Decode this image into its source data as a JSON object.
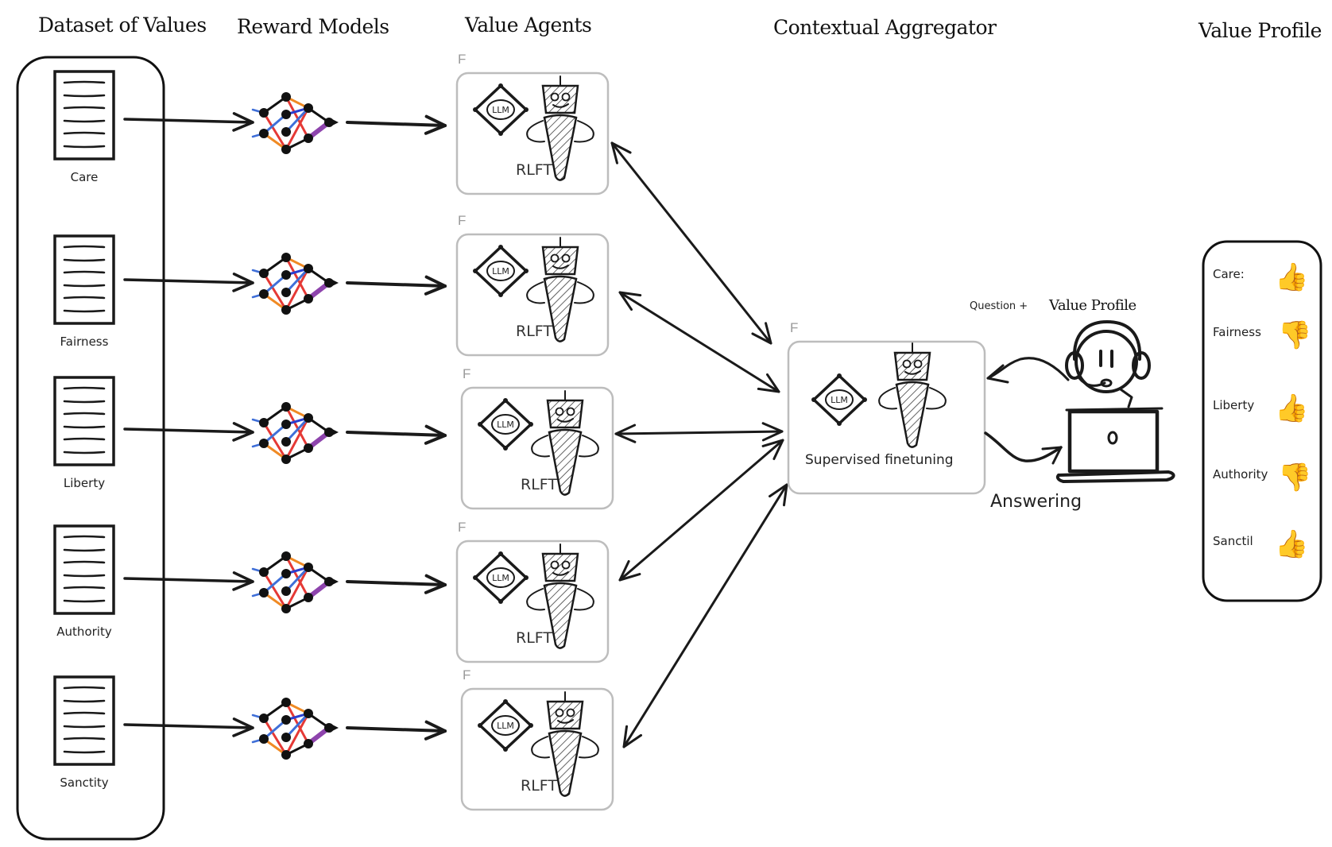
{
  "column_titles": {
    "dataset": "Dataset of Values",
    "reward": "Reward Models",
    "agents": "Value Agents",
    "aggregator": "Contextual Aggregator",
    "profile": "Value Profile"
  },
  "datasets": [
    {
      "label": "Care"
    },
    {
      "label": "Fairness"
    },
    {
      "label": "Liberty"
    },
    {
      "label": "Authority"
    },
    {
      "label": "Sanctity"
    }
  ],
  "agents": [
    {
      "frame_tag": "F",
      "llm_label": "LLM",
      "caption": "RLFT"
    },
    {
      "frame_tag": "F",
      "llm_label": "LLM",
      "caption": "RLFT"
    },
    {
      "frame_tag": "F",
      "llm_label": "LLM",
      "caption": "RLFT"
    },
    {
      "frame_tag": "F",
      "llm_label": "LLM",
      "caption": "RLFT"
    },
    {
      "frame_tag": "F",
      "llm_label": "LLM",
      "caption": "RLFT"
    }
  ],
  "aggregator": {
    "frame_tag": "F",
    "llm_label": "LLM",
    "caption": "Supervised finetuning"
  },
  "user_interaction": {
    "input_label_small": "Question +",
    "input_label_large": "Value Profile",
    "output_label": "Answering"
  },
  "value_profile": [
    {
      "label": "Care:",
      "stance": "thumbs-up",
      "icon": "👍"
    },
    {
      "label": "Fairness",
      "stance": "thumbs-down",
      "icon": "👎"
    },
    {
      "label": "Liberty",
      "stance": "thumbs-up",
      "icon": "👍"
    },
    {
      "label": "Authority",
      "stance": "thumbs-down",
      "icon": "👎"
    },
    {
      "label": "Sanctil",
      "stance": "thumbs-up",
      "icon": "👍"
    }
  ],
  "colors": {
    "ink": "#1a1a1a",
    "frame_grey": "#bdbdbd",
    "nn_red": "#e53935",
    "nn_blue": "#3f6fd8",
    "nn_orange": "#f08a24",
    "nn_purple": "#8e44ad",
    "thumbs_up": "#f5b43a"
  }
}
